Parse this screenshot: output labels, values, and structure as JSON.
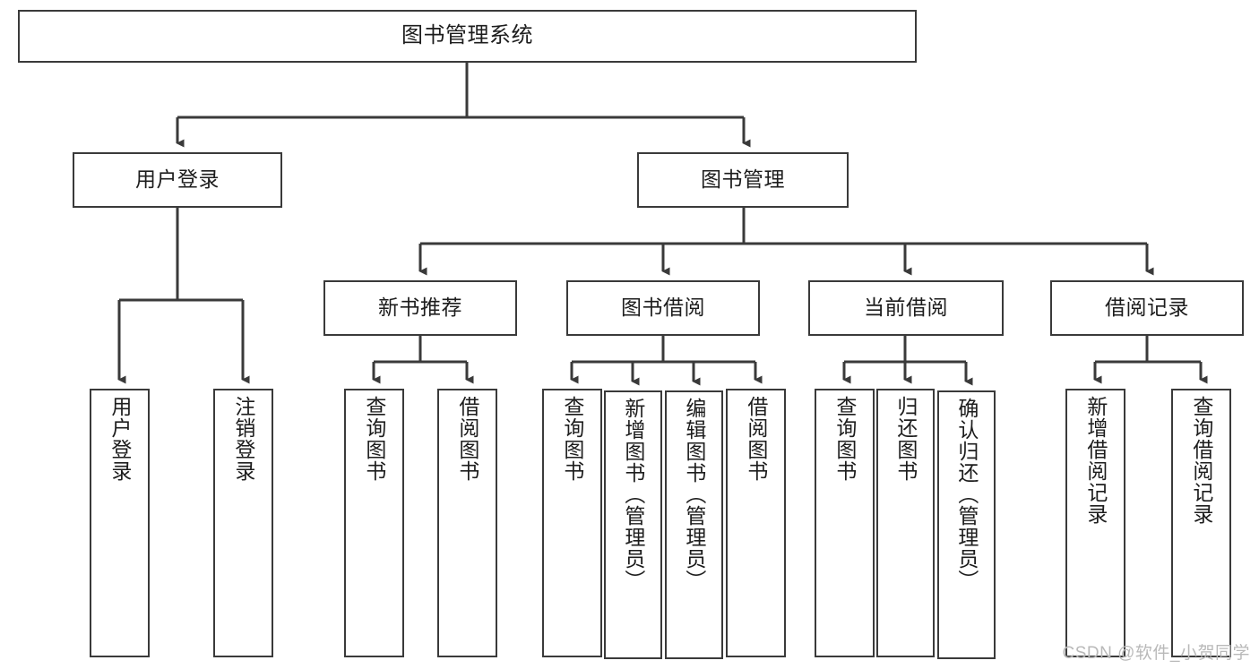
{
  "diagram": {
    "title_node": {
      "label": "图书管理系统"
    },
    "level2": [
      {
        "label": "用户登录"
      },
      {
        "label": "图书管理"
      }
    ],
    "level3": [
      {
        "label": "新书推荐"
      },
      {
        "label": "图书借阅"
      },
      {
        "label": "当前借阅"
      },
      {
        "label": "借阅记录"
      }
    ],
    "leaves": {
      "user_login": [
        {
          "label": "用户登录"
        },
        {
          "label": "注销登录"
        }
      ],
      "new_book": [
        {
          "label": "查询图书"
        },
        {
          "label": "借阅图书"
        }
      ],
      "book_borrow": [
        {
          "label": "查询图书"
        },
        {
          "label": "新增图书（管理员）"
        },
        {
          "label": "编辑图书（管理员）"
        },
        {
          "label": "借阅图书"
        }
      ],
      "current_borrow": [
        {
          "label": "查询图书"
        },
        {
          "label": "归还图书"
        },
        {
          "label": "确认归还（管理员）"
        }
      ],
      "borrow_record": [
        {
          "label": "新增借阅记录"
        },
        {
          "label": "查询借阅记录"
        }
      ]
    },
    "watermark": {
      "text": "CSDN @软件_小贺同学"
    },
    "colors": {
      "stroke": "#3a3a3a",
      "text": "#1d1d1d",
      "background": "#ffffff",
      "watermark": "#b9b9b9"
    }
  }
}
